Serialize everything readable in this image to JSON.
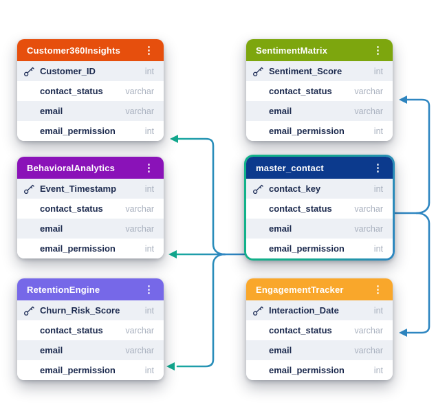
{
  "diagram": {
    "background": "#ffffff",
    "line_colors": {
      "teal": "#14a98c",
      "blue": "#2e86c1"
    },
    "selected_table": "master_contact"
  },
  "tables": [
    {
      "title": "Customer360Insights",
      "header_color": "#e64f0d",
      "menu_icon": "⋮",
      "fields": [
        {
          "name": "Customer_ID",
          "type": "int",
          "key": true
        },
        {
          "name": "contact_status",
          "type": "varchar",
          "key": false
        },
        {
          "name": "email",
          "type": "varchar",
          "key": false
        },
        {
          "name": "email_permission",
          "type": "int",
          "key": false
        }
      ]
    },
    {
      "title": "SentimentMatrix",
      "header_color": "#7da60e",
      "menu_icon": "⋮",
      "fields": [
        {
          "name": "Sentiment_Score",
          "type": "int",
          "key": true
        },
        {
          "name": "contact_status",
          "type": "varchar",
          "key": false
        },
        {
          "name": "email",
          "type": "varchar",
          "key": false
        },
        {
          "name": "email_permission",
          "type": "int",
          "key": false
        }
      ]
    },
    {
      "title": "BehavioralAnalytics",
      "header_color": "#8a12b8",
      "menu_icon": "⋮",
      "fields": [
        {
          "name": "Event_Timestamp",
          "type": "int",
          "key": true
        },
        {
          "name": "contact_status",
          "type": "varchar",
          "key": false
        },
        {
          "name": "email",
          "type": "varchar",
          "key": false
        },
        {
          "name": "email_permission",
          "type": "int",
          "key": false
        }
      ]
    },
    {
      "title": "master_contact",
      "header_color": "#0c3a8d",
      "menu_icon": "⋮",
      "selected": true,
      "fields": [
        {
          "name": "contact_key",
          "type": "int",
          "key": true
        },
        {
          "name": "contact_status",
          "type": "varchar",
          "key": false
        },
        {
          "name": "email",
          "type": "varchar",
          "key": false
        },
        {
          "name": "email_permission",
          "type": "int",
          "key": false
        }
      ]
    },
    {
      "title": "RetentionEngine",
      "header_color": "#7668e8",
      "menu_icon": "⋮",
      "fields": [
        {
          "name": "Churn_Risk_Score",
          "type": "int",
          "key": true
        },
        {
          "name": "contact_status",
          "type": "varchar",
          "key": false
        },
        {
          "name": "email",
          "type": "varchar",
          "key": false
        },
        {
          "name": "email_permission",
          "type": "int",
          "key": false
        }
      ]
    },
    {
      "title": "EngagementTracker",
      "header_color": "#f9a72b",
      "menu_icon": "⋮",
      "fields": [
        {
          "name": "Interaction_Date",
          "type": "int",
          "key": true
        },
        {
          "name": "contact_status",
          "type": "varchar",
          "key": false
        },
        {
          "name": "email",
          "type": "varchar",
          "key": false
        },
        {
          "name": "email_permission",
          "type": "int",
          "key": false
        }
      ]
    }
  ],
  "connections": [
    {
      "from_table": "master_contact",
      "from_field": "email_permission",
      "to_table": "Customer360Insights",
      "style": "teal-arrow"
    },
    {
      "from_table": "master_contact",
      "from_field": "email_permission",
      "to_table": "BehavioralAnalytics",
      "style": "teal-arrow"
    },
    {
      "from_table": "master_contact",
      "from_field": "email_permission",
      "to_table": "RetentionEngine",
      "style": "teal-arrow"
    },
    {
      "from_table": "master_contact",
      "from_field": "contact_status",
      "to_table": "SentimentMatrix",
      "to_field": "email",
      "style": "blue-arrow"
    },
    {
      "from_table": "master_contact",
      "from_field": "contact_status",
      "to_table": "EngagementTracker",
      "to_field": "contact_status",
      "style": "blue-arrow"
    }
  ]
}
